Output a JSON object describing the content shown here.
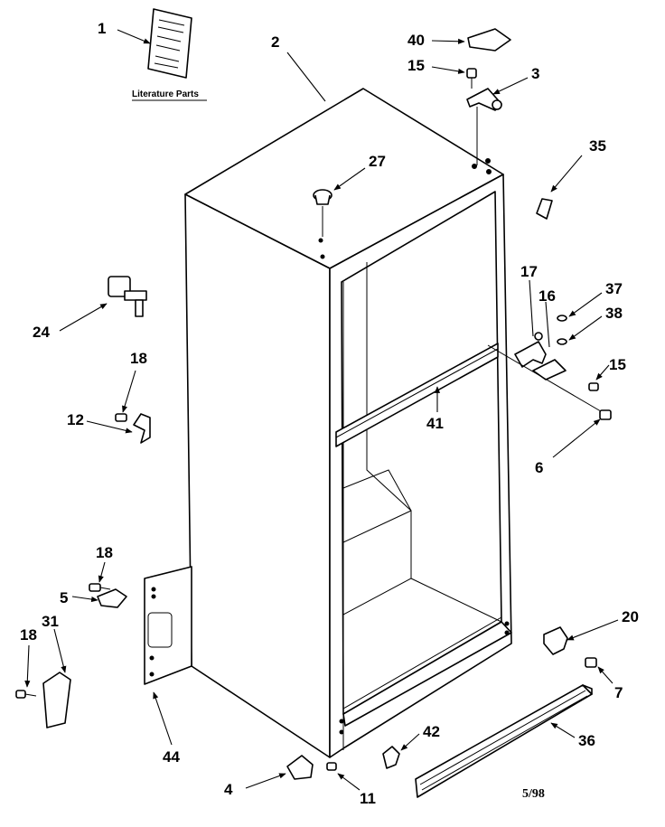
{
  "labels": {
    "literature": "Literature Parts",
    "date": "5/98",
    "callouts": {
      "c1": "1",
      "c2": "2",
      "c3": "3",
      "c4": "4",
      "c5": "5",
      "c6": "6",
      "c7": "7",
      "c11": "11",
      "c12": "12",
      "c15a": "15",
      "c15b": "15",
      "c16": "16",
      "c17": "17",
      "c18a": "18",
      "c18b": "18",
      "c18c": "18",
      "c20": "20",
      "c24": "24",
      "c27": "27",
      "c31": "31",
      "c35": "35",
      "c36": "36",
      "c37": "37",
      "c38": "38",
      "c40": "40",
      "c41": "41",
      "c42": "42",
      "c44": "44"
    }
  }
}
